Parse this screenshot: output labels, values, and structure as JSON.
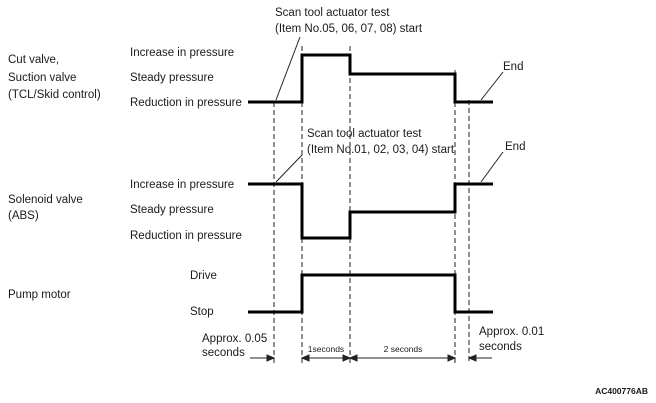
{
  "groups": [
    {
      "name_lines": [
        "Cut valve,",
        "Suction valve",
        "(TCL/Skid control)"
      ],
      "levels": [
        "Increase in pressure",
        "Steady pressure",
        "Reduction in pressure"
      ]
    },
    {
      "name_lines": [
        "Solenoid valve",
        "(ABS)"
      ],
      "levels": [
        "Increase in pressure",
        "Steady pressure",
        "Reduction in pressure"
      ]
    },
    {
      "name_lines": [
        "Pump motor"
      ],
      "levels": [
        "Drive",
        "Stop"
      ]
    }
  ],
  "annotations": {
    "start_top": [
      "Scan tool actuator test",
      "(Item No.05, 06, 07, 08) start"
    ],
    "start_mid": [
      "Scan tool actuator test",
      "(Item No.01, 02, 03, 04) start"
    ],
    "end_label": "End"
  },
  "timing": {
    "left_note": [
      "Approx. 0.05",
      "seconds"
    ],
    "right_note": [
      "Approx. 0.01",
      "seconds"
    ],
    "interval_1": "1seconds",
    "interval_2": "2 seconds"
  },
  "figure_code": "AC400776AB"
}
